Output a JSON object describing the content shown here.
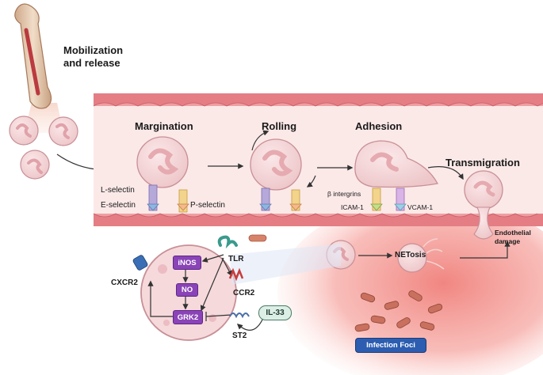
{
  "mobilization": {
    "line1": "Mobilization",
    "line2": "and release"
  },
  "stages": {
    "margination": "Margination",
    "rolling": "Rolling",
    "adhesion": "Adhesion",
    "transmigration": "Transmigration"
  },
  "molecules": {
    "l_selectin": "L-selectin",
    "e_selectin": "E-selectin",
    "p_selectin": "P-selectin",
    "beta_integrins": "β intergrins",
    "icam1": "ICAM-1",
    "vcam1": "VCAM-1"
  },
  "netosis": "NETosis",
  "endothelial": {
    "line1": "Endothelial",
    "line2": "damage"
  },
  "signaling": {
    "inos": "iNOS",
    "no": "NO",
    "grk2": "GRK2",
    "tlr": "TLR",
    "ccr2": "CCR2",
    "cxcr2": "CXCR2",
    "il33": "IL-33",
    "st2": "ST2"
  },
  "infection_foci": "Infection Foci",
  "colors": {
    "vessel": "#e47e84",
    "vessel_lumen": "#fbe9e8",
    "cell": "#f2d4d6",
    "cell_outline": "#c88f96",
    "infection": "#f08a86",
    "purple_box": "#8a44b7",
    "foci_box": "#2c5db0"
  }
}
